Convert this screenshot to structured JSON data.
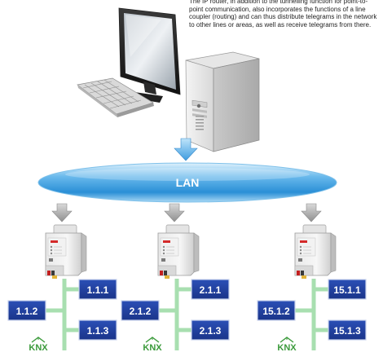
{
  "description_text": "The IP router, in addition to the tunnelling function for point-to-point communication, also incorporates the functions of a line coupler (routing) and can thus distribute telegrams in the network to other lines or areas, as well as receive telegrams from there.",
  "network": {
    "label": "LAN"
  },
  "routers": [
    {
      "device": "IP router",
      "addresses": {
        "top": "1.1.1",
        "left": "1.1.2",
        "bottom": "1.1.3"
      },
      "logo": "KNX"
    },
    {
      "device": "IP router",
      "addresses": {
        "top": "2.1.1",
        "left": "2.1.2",
        "bottom": "2.1.3"
      },
      "logo": "KNX"
    },
    {
      "device": "IP router",
      "addresses": {
        "top": "15.1.1",
        "left": "15.1.2",
        "bottom": "15.1.3"
      },
      "logo": "KNX"
    }
  ],
  "colors": {
    "lan_blue": "#2a8fd6",
    "address_box": "#1f3f9e",
    "bus_line": "#a8dfb0",
    "knx_green": "#3a9a3a",
    "arrow_grey": "#9a9a9a"
  },
  "icons": {
    "computer": "desktop-monitor-icon",
    "keyboard": "keyboard-icon",
    "tower": "pc-tower-icon",
    "device": "din-rail-router-icon",
    "arrow": "down-arrow-icon",
    "logo": "knx-logo"
  }
}
